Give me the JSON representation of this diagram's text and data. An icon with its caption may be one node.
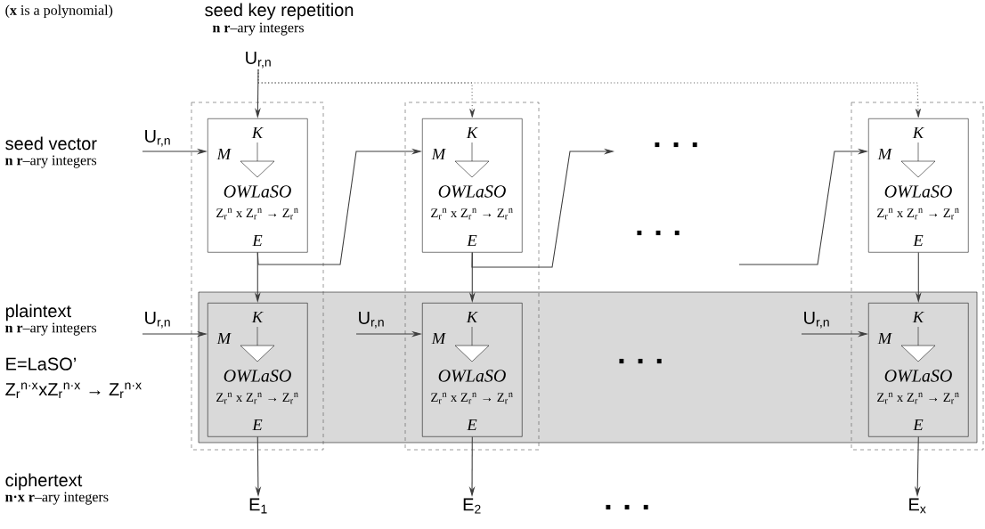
{
  "diagram": {
    "nodes": [
      {
        "text": [
          "U$_{r,n}$"
        ]
      },
      {
        "text": [
          "U$_{r,n}$"
        ]
      },
      {
        "text": [
          "K",
          "M",
          "OWLaSO",
          "Z$_{r}$$^{n}$ x Z$_{r}$$^{n}$ → Z$_{r}$$^{n}$",
          "E"
        ]
      },
      {
        "text": [
          "K",
          "M",
          "OWLaSO",
          "Z$_{r}$$^{n}$ x Z$_{r}$$^{n}$ → Z$_{r}$$^{n}$",
          "E"
        ]
      },
      {
        "text": [
          "K",
          "M",
          "OWLaSO",
          "Z$_{r}$$^{n}$ x Z$_{r}$$^{n}$ → Z$_{r}$$^{n}$",
          "E"
        ]
      },
      {
        "text": [
          "U$_{r,n}$"
        ]
      },
      {
        "text": [
          "U$_{r,n}$"
        ]
      },
      {
        "text": [
          "U$_{r,n}$"
        ]
      },
      {
        "text": [
          "K",
          "M",
          "OWLaSO",
          "Z$_{r}$$^{n}$ x Z$_{r}$$^{n}$ → Z$_{r}$$^{n}$",
          "E"
        ]
      },
      {
        "text": [
          "K",
          "M",
          "OWLaSO",
          "Z$_{r}$$^{n}$ x Z$_{r}$$^{n}$ → Z$_{r}$$^{n}$",
          "E"
        ]
      },
      {
        "text": [
          "K",
          "M",
          "OWLaSO",
          "Z$_{r}$$^{n}$ x Z$_{r}$$^{n}$ → Z$_{r}$$^{n}$",
          "E"
        ]
      },
      {
        "text": [
          "E$_{1}$"
        ]
      },
      {
        "text": [
          "E$_{2}$"
        ]
      },
      {
        "text": [
          "E$_{x}$"
        ]
      }
    ],
    "edges": [
      {
        "from": 0,
        "to": 2,
        "arrow": "to"
      },
      {
        "from": 0,
        "to": 3,
        "arrow": "to",
        "style": "dashed"
      },
      {
        "from": 0,
        "to": 4,
        "arrow": "to",
        "style": "dashed"
      },
      {
        "from": 1,
        "to": 2,
        "arrow": "to"
      },
      {
        "from": 2,
        "to": 3,
        "arrow": "to"
      },
      {
        "from": 3,
        "to": null,
        "arrow": "to"
      },
      {
        "from": null,
        "to": 4,
        "arrow": "to"
      },
      {
        "from": 2,
        "to": 8,
        "arrow": "to"
      },
      {
        "from": 3,
        "to": 9,
        "arrow": "to"
      },
      {
        "from": 4,
        "to": 10,
        "arrow": "to"
      },
      {
        "from": 5,
        "to": 8,
        "arrow": "to"
      },
      {
        "from": 6,
        "to": 9,
        "arrow": "to"
      },
      {
        "from": 7,
        "to": 10,
        "arrow": "to"
      },
      {
        "from": 8,
        "to": 11,
        "arrow": "to"
      },
      {
        "from": 9,
        "to": 12,
        "arrow": "to"
      },
      {
        "from": 10,
        "to": 13,
        "arrow": "to"
      }
    ],
    "labels": [
      "(**x** is a polynomial)",
      "seed key repetition",
      "**n** **r**–ary integers",
      "seed vector",
      "**n** **r**–ary integers",
      "· · ·",
      "· · ·",
      "plaintext",
      "**n** **r**–ary integers",
      "E=LaSO’",
      "Z$_{r}$$^{n·x}$xZ$_{r}$$^{n·x}$ → Z$_{r}$$^{n·x}$",
      "· · ·",
      "ciphertext",
      "**n·x** **r**–ary integers",
      "· · ·"
    ]
  }
}
